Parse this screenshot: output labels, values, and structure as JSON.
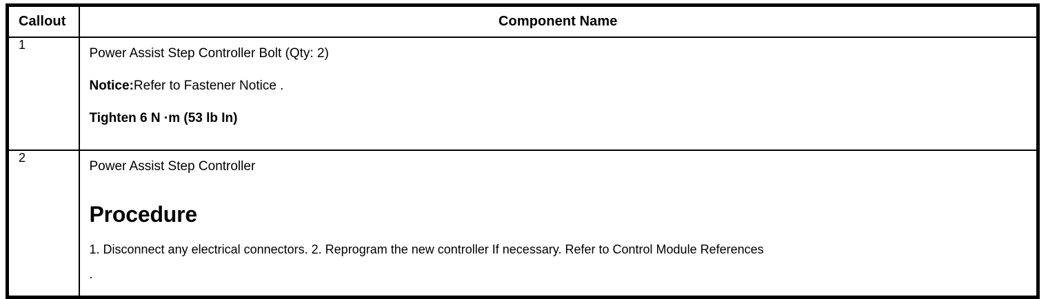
{
  "table": {
    "headers": {
      "callout": "Callout",
      "component_name": "Component Name"
    },
    "rows": [
      {
        "callout": "1",
        "lines": [
          {
            "text": "Power Assist Step Controller Bolt (Qty: 2)"
          },
          {
            "label": "Notice:",
            "text": "Refer to Fastener Notice ."
          },
          {
            "text": "Tighten 6 N ·m (53 lb In)"
          }
        ]
      },
      {
        "callout": "2",
        "title": "Power Assist Step Controller",
        "procedure_heading": "Procedure",
        "procedure_text": "1. Disconnect any electrical connectors. 2. Reprogram the new controller If necessary. Refer to Control Module References",
        "procedure_tail": "."
      }
    ]
  },
  "colors": {
    "border": "#000000",
    "text": "#000000",
    "background": "#ffffff"
  }
}
